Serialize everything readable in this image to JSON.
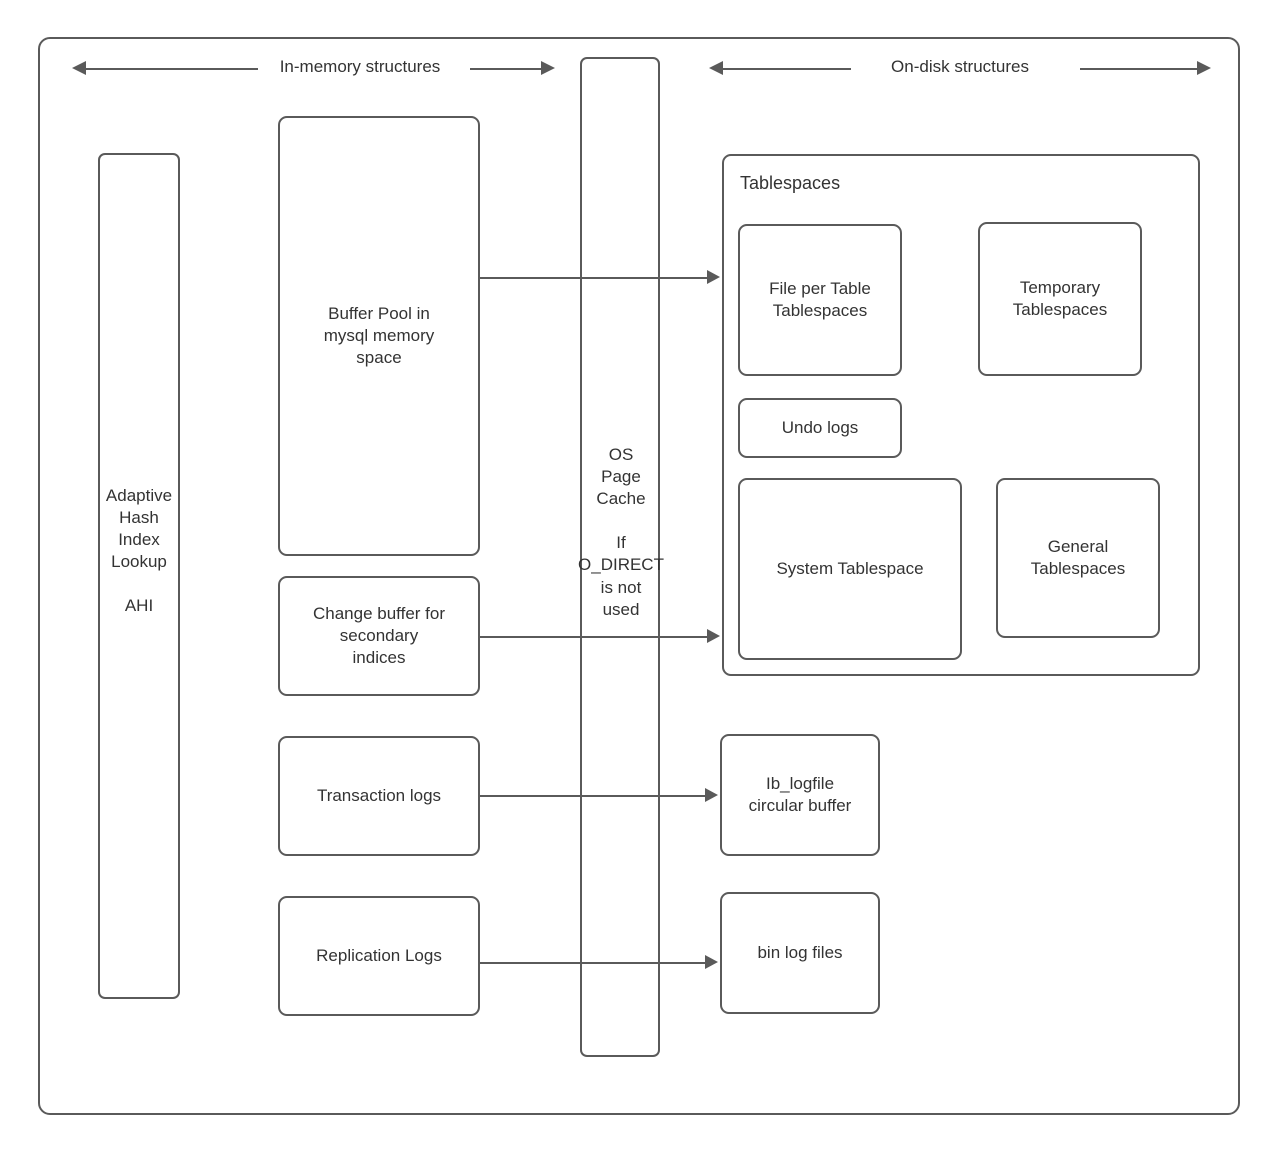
{
  "diagram": {
    "title": "MySQL InnoDB in-memory and on-disk structures",
    "colors": {
      "stroke": "#5a5a5a",
      "text": "#333333",
      "background": "#ffffff"
    },
    "headers": {
      "in_memory": "In-memory structures",
      "on_disk": "On-disk structures"
    },
    "in_memory": {
      "adaptive_hash_index": "Adaptive\nHash\nIndex\nLookup\n\nAHI",
      "buffer_pool": "Buffer Pool in\nmysql memory\nspace",
      "change_buffer": "Change buffer for\nsecondary\nindices",
      "transaction_logs": "Transaction logs",
      "replication_logs": "Replication Logs"
    },
    "os_layer": {
      "page_cache": "OS\nPage\nCache\n\nIf\nO_DIRECT\nis not\nused"
    },
    "on_disk": {
      "tablespaces_title": "Tablespaces",
      "file_per_table": "File per Table\nTablespaces",
      "temporary": "Temporary\nTablespaces",
      "undo_logs": "Undo logs",
      "system_tablespace": "System Tablespace",
      "general": "General\nTablespaces",
      "ib_logfile": "Ib_logfile\ncircular buffer",
      "bin_log_files": "bin log files"
    }
  }
}
